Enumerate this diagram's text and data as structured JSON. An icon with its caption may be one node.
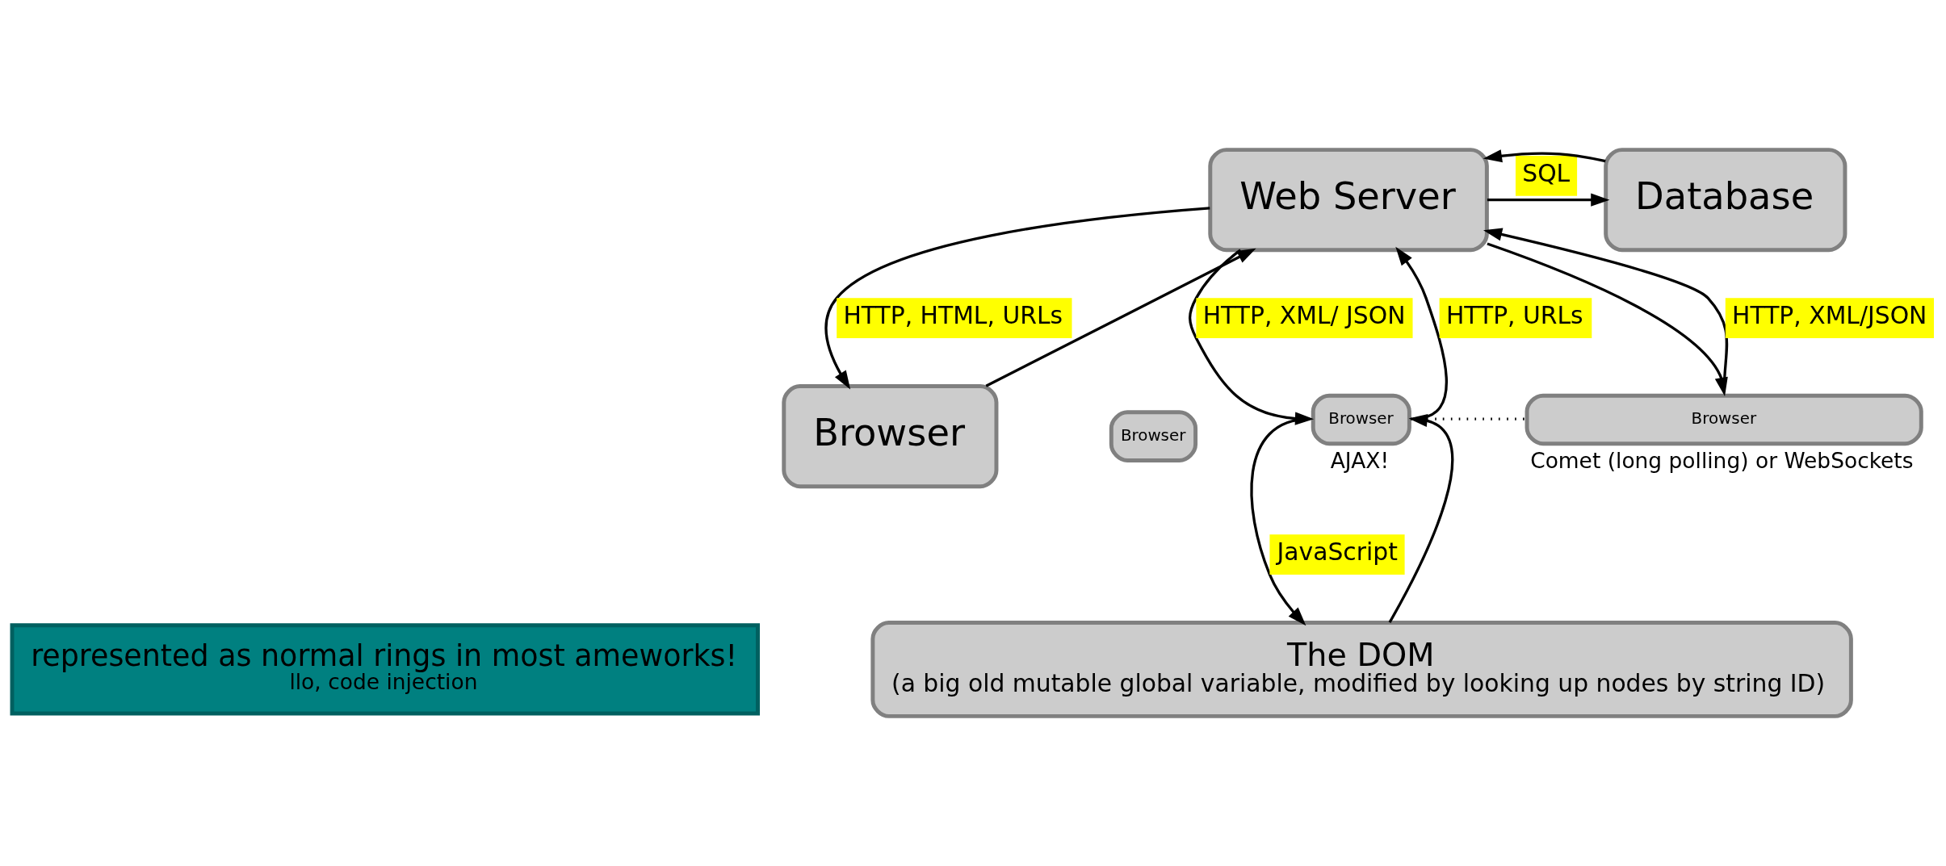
{
  "diagram": {
    "nodes": [
      {
        "text": [
          "Web Server"
        ]
      },
      {
        "text": [
          "Database"
        ]
      },
      {
        "text": [
          "Browser"
        ]
      },
      {
        "text": [
          "Browser"
        ]
      },
      {
        "text": [
          "Browser"
        ],
        "beside": [
          "AJAX!"
        ]
      },
      {
        "text": [
          "Browser"
        ],
        "beside": [
          "Comet (long polling) or WebSockets"
        ]
      },
      {
        "text": [
          "represented as normal rings in most ameworks!",
          "llo, code injection"
        ]
      },
      {
        "text": [
          "The DOM",
          "(a big old mutable global variable, modified by looking up nodes by string ID)"
        ]
      }
    ],
    "edges": [
      {
        "from": 0,
        "to": 1,
        "arrow": "to",
        "label": "SQL"
      },
      {
        "from": 1,
        "to": 0,
        "arrow": "to"
      },
      {
        "from": 0,
        "to": 2,
        "arrow": "to",
        "label": "HTTP, HTML, URLs"
      },
      {
        "from": 2,
        "to": 0,
        "arrow": "to"
      },
      {
        "from": 4,
        "to": 0,
        "arrow": "to",
        "label": "HTTP, URLs"
      },
      {
        "from": 0,
        "to": 4,
        "arrow": "to",
        "label": "HTTP, XML/ JSON"
      },
      {
        "from": 5,
        "to": 0,
        "arrow": "to",
        "label": "HTTP, XML/JSON"
      },
      {
        "from": 0,
        "to": 5,
        "arrow": "to"
      },
      {
        "from": 4,
        "to": 5,
        "arrow": "none",
        "style": "dashed"
      },
      {
        "from": 4,
        "to": 7,
        "arrow": "to",
        "label": "JavaScript"
      },
      {
        "from": 7,
        "to": 4,
        "arrow": "to"
      }
    ]
  }
}
